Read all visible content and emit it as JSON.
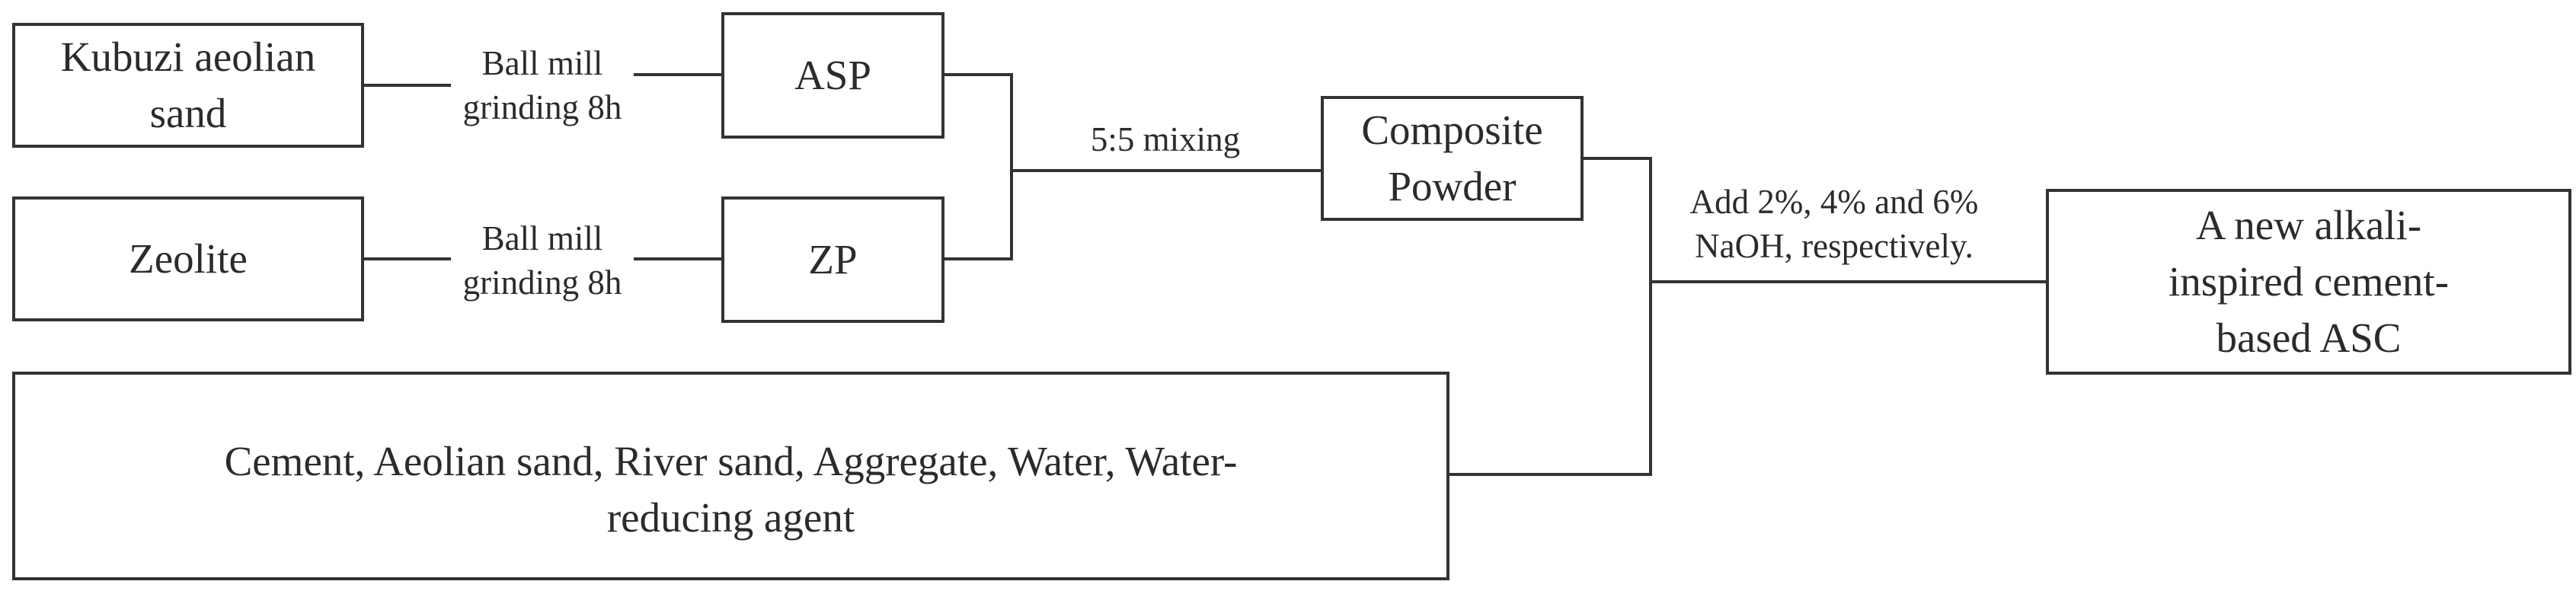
{
  "nodes": {
    "kubuzi": "Kubuzi aeolian\nsand",
    "zeolite": "Zeolite",
    "asp": "ASP",
    "zp": "ZP",
    "composite": "Composite\nPowder",
    "additives": "Cement, Aeolian sand, River sand, Aggregate, Water, Water-\nreducing agent",
    "result": "A new alkali-\ninspired cement-\nbased ASC"
  },
  "edges": {
    "ball_mill_top": "Ball mill\ngrinding 8h",
    "ball_mill_bottom": "Ball mill\ngrinding 8h",
    "mixing": "5:5 mixing",
    "naoh": "Add 2%, 4% and 6%\nNaOH, respectively."
  }
}
